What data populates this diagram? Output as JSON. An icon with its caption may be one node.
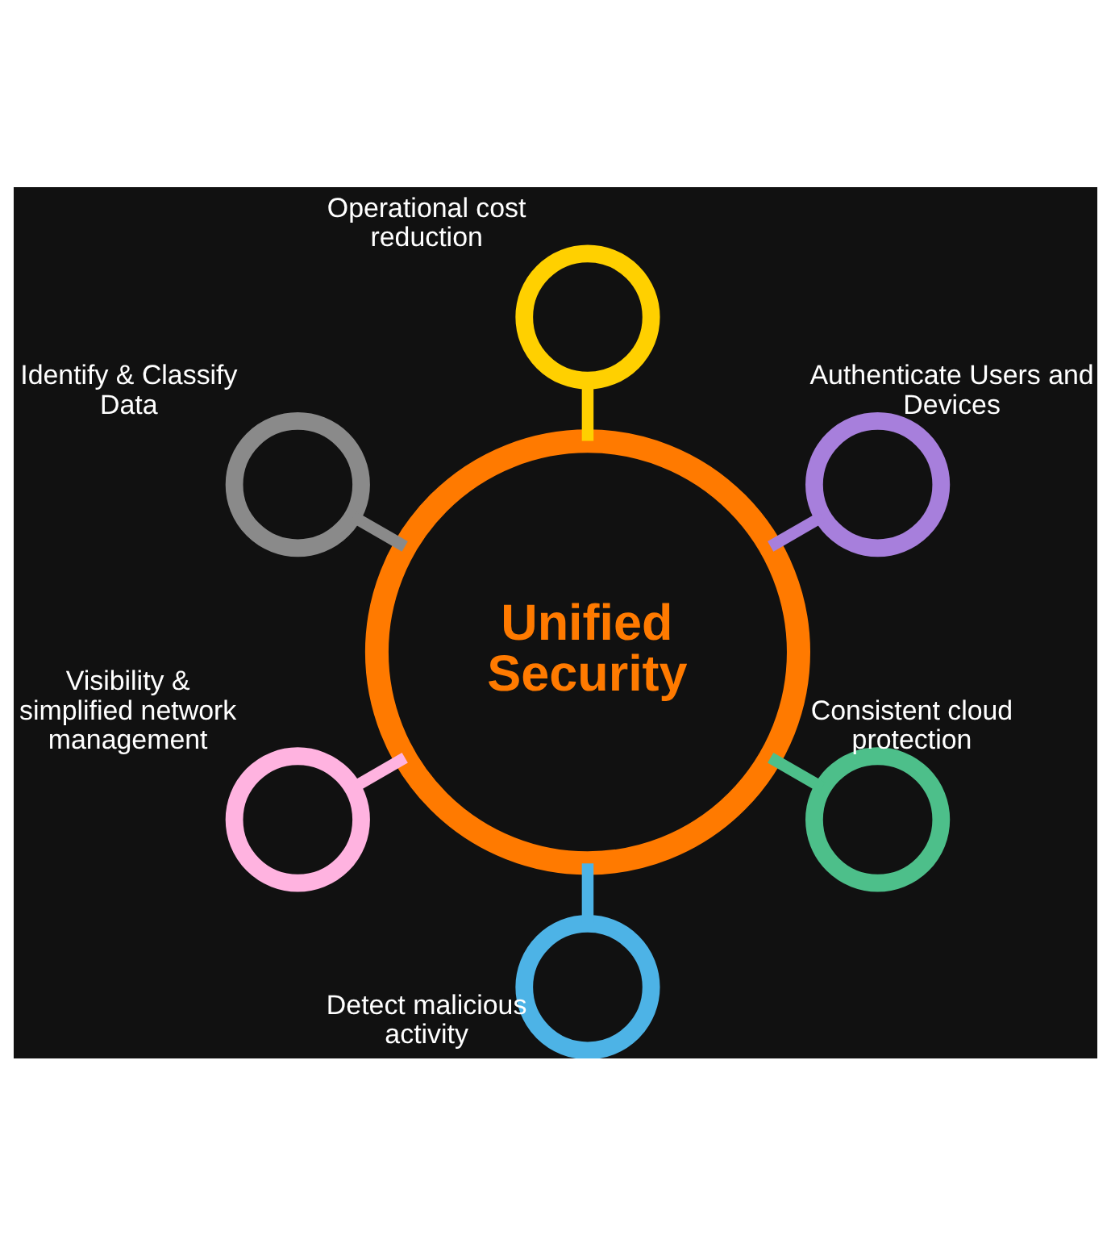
{
  "diagram": {
    "nodes": [
      {
        "text": [
          "Unified Security"
        ]
      },
      {
        "text": [],
        "shape": "circle",
        "beside": [
          "Authenticate Users and Devices"
        ]
      },
      {
        "text": [],
        "shape": "circle",
        "beside": [
          "Operational cost reduction"
        ]
      },
      {
        "text": [],
        "shape": "circle",
        "beside": [
          "Identify & Classify Data"
        ]
      },
      {
        "text": [],
        "shape": "circle",
        "beside": [
          "Visibility & simplified network management"
        ]
      },
      {
        "text": [],
        "shape": "circle",
        "beside": [
          "Detect malicious activity"
        ]
      },
      {
        "text": [],
        "shape": "circle",
        "beside": [
          "Consistent cloud protection"
        ]
      }
    ],
    "edges": [
      {
        "from": 0,
        "to": 1,
        "arrow": "none",
        "color": "#a77fdc"
      },
      {
        "from": 0,
        "to": 2,
        "arrow": "none",
        "color": "#ffd000"
      },
      {
        "from": 0,
        "to": 3,
        "arrow": "none",
        "color": "#8a8a8a"
      },
      {
        "from": 0,
        "to": 4,
        "arrow": "none",
        "color": "#ffb3e0"
      },
      {
        "from": 0,
        "to": 5,
        "arrow": "none",
        "color": "#4db3e6"
      },
      {
        "from": 0,
        "to": 6,
        "arrow": "none",
        "color": "#4dbf8a"
      }
    ]
  }
}
